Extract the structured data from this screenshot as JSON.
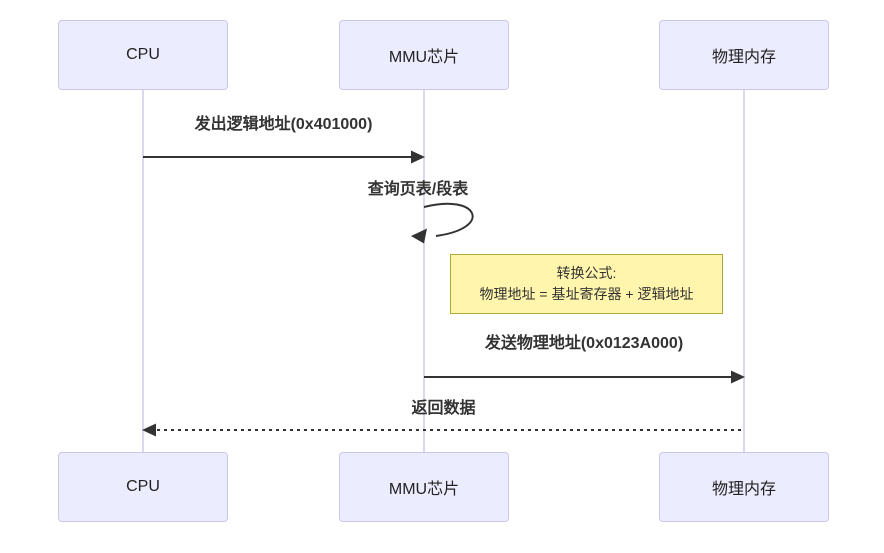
{
  "diagram": {
    "type": "sequence-diagram",
    "actors": [
      {
        "id": "cpu",
        "label": "CPU"
      },
      {
        "id": "mmu",
        "label": "MMU芯片"
      },
      {
        "id": "memory",
        "label": "物理内存"
      }
    ],
    "messages": [
      {
        "from": "cpu",
        "to": "mmu",
        "label": "发出逻辑地址(0x401000)",
        "line": "solid",
        "arrow": "filled"
      },
      {
        "from": "mmu",
        "to": "mmu",
        "label": "查询页表/段表",
        "line": "self-loop",
        "arrow": "filled"
      },
      {
        "from": "mmu",
        "to": "memory",
        "label": "发送物理地址(0x0123A000)",
        "line": "solid",
        "arrow": "filled"
      },
      {
        "from": "memory",
        "to": "cpu",
        "label": "返回数据",
        "line": "dashed",
        "arrow": "filled"
      }
    ],
    "note": {
      "attached_to": "memory",
      "line1": "转换公式:",
      "line2": "物理地址 = 基址寄存器 + 逻辑地址"
    },
    "colors": {
      "actor_fill": "#ECECFF",
      "actor_border": "#cdc5ec",
      "lifeline": "#cfcce9",
      "message_line": "#333333",
      "message_text": "#333333",
      "note_fill": "#fff5ad",
      "note_border": "#aaaa33",
      "background": "#ffffff"
    }
  }
}
